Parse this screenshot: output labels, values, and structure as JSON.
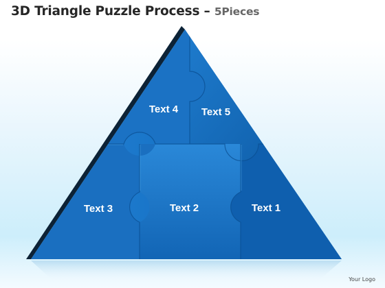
{
  "title": {
    "main": "3D Triangle Puzzle Process –",
    "sub": "5Pieces"
  },
  "pieces": [
    {
      "label": "Text 1"
    },
    {
      "label": "Text 2"
    },
    {
      "label": "Text 3"
    },
    {
      "label": "Text 4"
    },
    {
      "label": "Text 5"
    }
  ],
  "footer": {
    "logo": "Your Logo"
  },
  "colors": {
    "puzzle_blue": "#1673c7",
    "puzzle_light": "#3d9ee8",
    "puzzle_dark": "#0a4a8a",
    "edge_dark": "#0c2236",
    "title_text": "#262626"
  }
}
